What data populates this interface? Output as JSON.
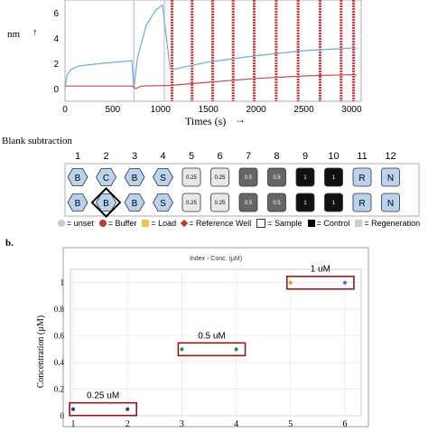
{
  "top_chart": {
    "y_label": "nm",
    "x_label": "Times (s)",
    "x_ticks": [
      "0",
      "500",
      "1000",
      "1500",
      "2000",
      "2500",
      "3000"
    ],
    "y_ticks": [
      "6",
      "4",
      "2",
      "0"
    ],
    "x_range": [
      0,
      3100
    ],
    "y_range": [
      -1,
      7
    ],
    "series": [
      {
        "color": "#6aaed6",
        "points": [
          [
            0,
            0
          ],
          [
            20,
            1.0
          ],
          [
            60,
            1.5
          ],
          [
            150,
            1.8
          ],
          [
            400,
            2.0
          ],
          [
            700,
            2.2
          ],
          [
            720,
            0
          ],
          [
            760,
            2.5
          ],
          [
            850,
            5.0
          ],
          [
            950,
            6.2
          ],
          [
            1020,
            6.6
          ],
          [
            1100,
            1.6
          ],
          [
            1120,
            1.5
          ],
          [
            1500,
            2.1
          ],
          [
            2000,
            2.6
          ],
          [
            2500,
            3.0
          ],
          [
            3000,
            3.2
          ],
          [
            3050,
            3.2
          ]
        ]
      },
      {
        "color": "#c0504d",
        "points": [
          [
            0,
            0.2
          ],
          [
            700,
            0.2
          ],
          [
            740,
            0
          ],
          [
            800,
            0.2
          ],
          [
            1100,
            0.25
          ],
          [
            1500,
            0.5
          ],
          [
            2000,
            0.8
          ],
          [
            2500,
            1.0
          ],
          [
            3000,
            1.1
          ],
          [
            3050,
            1.1
          ]
        ]
      }
    ],
    "vlines_light": [
      720,
      1040
    ],
    "vlines_red": [
      1120,
      1330,
      1545,
      1760,
      1980,
      2210,
      2440,
      2670,
      2890,
      3020
    ]
  },
  "plate": {
    "column_numbers": [
      "1",
      "2",
      "3",
      "4",
      "5",
      "6",
      "7",
      "8",
      "9",
      "10",
      "11",
      "12"
    ],
    "row1": [
      "B",
      "C",
      "B",
      "S",
      "0.25",
      "0.25",
      "0.5",
      "0.5",
      "1",
      "1",
      "R",
      "N"
    ],
    "row2": [
      "B",
      "B",
      "B",
      "S",
      "0.25",
      "0.25",
      "0.5",
      "0.5",
      "1",
      "1",
      "R",
      "N"
    ],
    "arrow_labels": [
      "1",
      "2",
      "3",
      "4",
      "5",
      "6",
      "7",
      "8",
      "9",
      "10",
      "11",
      "12"
    ],
    "legend": [
      {
        "label": "= unset",
        "color": "#cccccc"
      },
      {
        "label": "= Buffer",
        "color": "#c0392b"
      },
      {
        "label": "= Load",
        "color": "#f2c14e"
      },
      {
        "label": "= Reference Well",
        "color": "#c0392b"
      },
      {
        "label": "= Sample",
        "color": "#ffffff"
      },
      {
        "label": "= Control",
        "color": "#000000"
      },
      {
        "label": "= Regeneration",
        "color": "#cccccc"
      }
    ],
    "blank_subtraction": "Blank subtraction"
  },
  "panel_b_label": "b.",
  "chart_data": {
    "type": "scatter",
    "title": "Index - Conc. (µM)",
    "ylabel": "Concentration (µM)",
    "xlabel": "",
    "x": [
      1,
      2,
      3,
      4,
      5,
      6
    ],
    "values": [
      0.05,
      0.05,
      0.5,
      0.5,
      1.0,
      1.0
    ],
    "ylim": [
      0,
      1.1
    ],
    "xlim": [
      0.95,
      6.3
    ],
    "y_ticks": [
      "0",
      "0.2",
      "0.4",
      "0.6",
      "0.8",
      "1"
    ],
    "x_ticks": [
      "1",
      "2",
      "3",
      "4",
      "5",
      "6"
    ],
    "annotations": [
      "0.25 uM",
      "0.5 uM",
      "1 uM"
    ],
    "point_colors": [
      "#1f3a93",
      "#1f3a93",
      "#2a8c3a",
      "#2a8c3a",
      "#e0a020",
      "#7a5cc0"
    ]
  }
}
